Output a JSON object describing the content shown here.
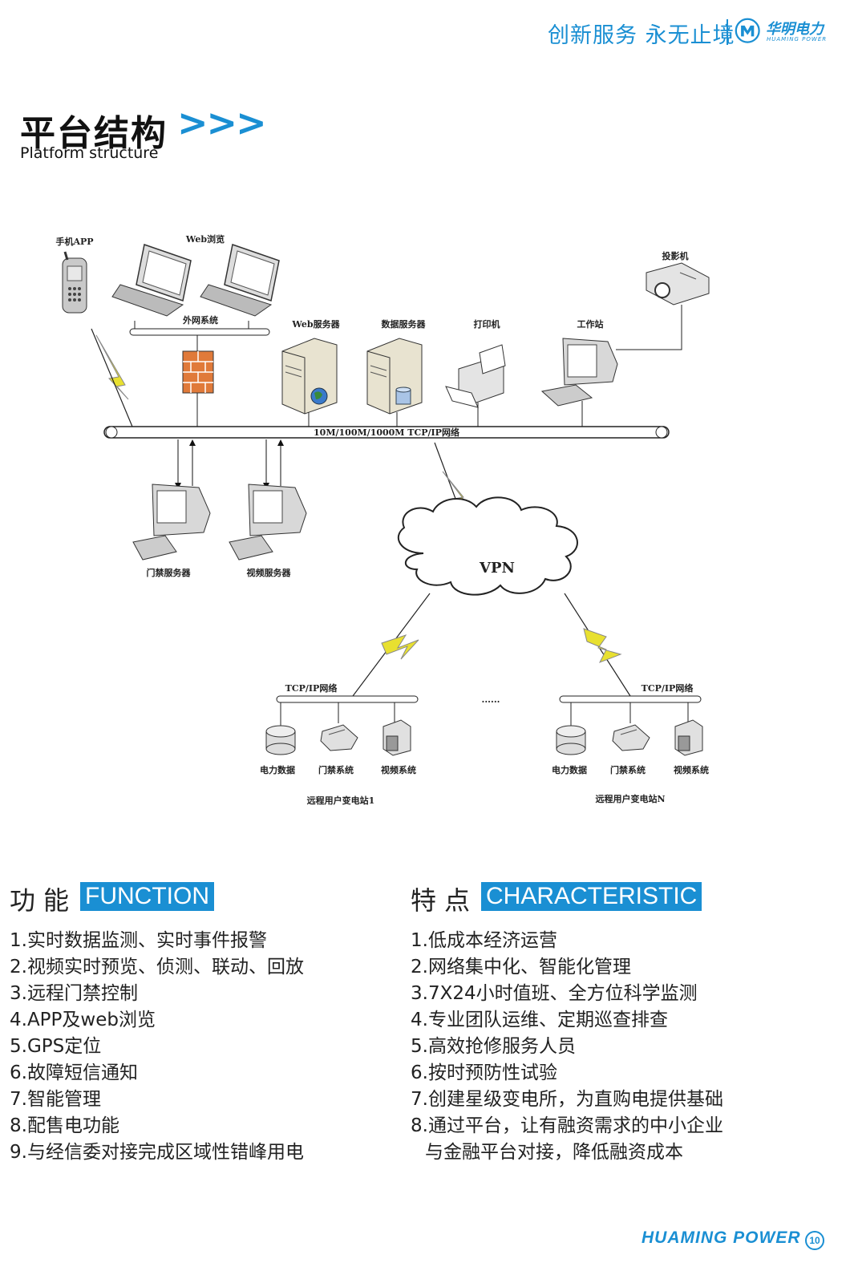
{
  "header": {
    "slogan": "创新服务 永无止境",
    "brand_cn": "华明电力",
    "brand_en": "HUAMING POWER"
  },
  "section": {
    "title": "平台结构",
    "arrows": ">>>",
    "subtitle": "Platform structure"
  },
  "diagram": {
    "mobile_app": "手机APP",
    "web_browse": "Web浏览",
    "extranet": "外网系统",
    "web_server": "Web服务器",
    "data_server": "数据服务器",
    "printer": "打印机",
    "workstation": "工作站",
    "projector": "投影机",
    "network": "10M/100M/1000M TCP/IP网络",
    "access_server": "门禁服务器",
    "video_server": "视频服务器",
    "vpn": "VPN",
    "tcpip_1": "TCP/IP网络",
    "tcpip_n": "TCP/IP网络",
    "ellipsis": "......",
    "power_data_1": "电力数据",
    "access_sys_1": "门禁系统",
    "video_sys_1": "视频系统",
    "power_data_n": "电力数据",
    "access_sys_n": "门禁系统",
    "video_sys_n": "视频系统",
    "station_1": "远程用户变电站1",
    "station_n": "远程用户变电站N"
  },
  "function": {
    "title": "功能",
    "badge": "FUNCTION",
    "items": [
      "1.实时数据监测、实时事件报警",
      "2.视频实时预览、侦测、联动、回放",
      "3.远程门禁控制",
      "4.APP及web浏览",
      "5.GPS定位",
      "6.故障短信通知",
      "7.智能管理",
      "8.配售电功能",
      "9.与经信委对接完成区域性错峰用电"
    ]
  },
  "characteristic": {
    "title": "特点",
    "badge": "CHARACTERISTIC",
    "items": [
      "1.低成本经济运营",
      "2.网络集中化、智能化管理",
      "3.7X24小时值班、全方位科学监测",
      "4.专业团队运维、定期巡查排查",
      "5.高效抢修服务人员",
      "6.按时预防性试验",
      "7.创建星级变电所，为直购电提供基础",
      "8.通过平台，让有融资需求的中小企业",
      "与金融平台对接，降低融资成本"
    ]
  },
  "footer": {
    "brand": "HUAMING POWER",
    "page": "10"
  },
  "colors": {
    "accent": "#1a8fd3",
    "lightning": "#e8e030"
  }
}
